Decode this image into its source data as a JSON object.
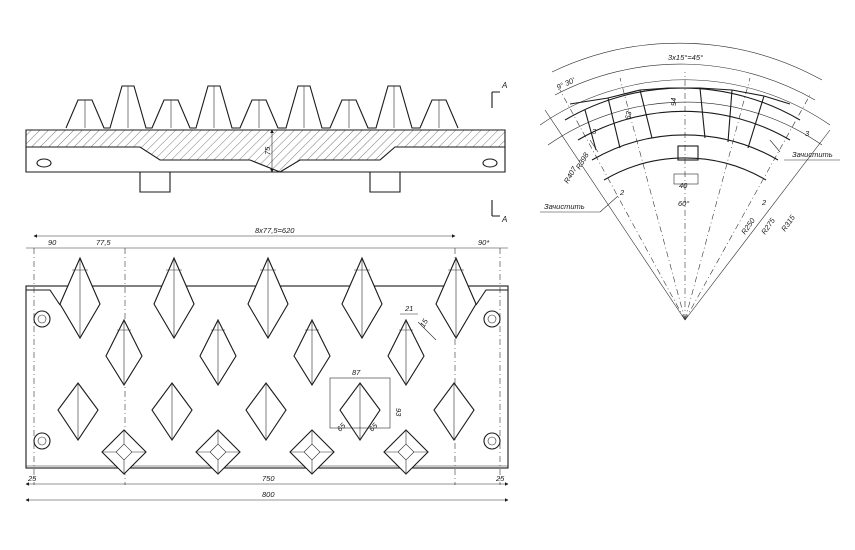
{
  "drawing": {
    "section_markers": {
      "top": "А",
      "bottom": "А"
    },
    "side_view": {
      "dim_height": "75"
    },
    "plan_view": {
      "dim_pitch_total": "8x77,5=620",
      "dim_left_offset": "90",
      "dim_pitch": "77,5",
      "dim_right_offset": "90*",
      "dim_inner_width": "750",
      "dim_overall_width": "800",
      "dim_edge_left": "25",
      "dim_edge_right": "25",
      "dim_tooth_width": "87",
      "dim_tooth_height": "93",
      "dim_tooth_diag_a": "65",
      "dim_tooth_diag_b": "65",
      "dim_small": "21",
      "dim_hole": "15"
    },
    "sector_view": {
      "dim_angle_top": "3x15°=45°",
      "dim_angle_left": "9° 30'",
      "dim_angle_center": "60°",
      "dim_94": "94",
      "dim_63": "63",
      "dim_40": "40",
      "dim_2a": "2",
      "dim_2b": "2",
      "dim_3a": "3",
      "dim_3b": "3",
      "radius_398": "R398",
      "radius_407": "R407",
      "radius_250": "R250",
      "radius_275": "R275",
      "radius_315": "R315",
      "note_clean_right": "Зачистить",
      "note_clean_left": "Зачистить"
    }
  }
}
